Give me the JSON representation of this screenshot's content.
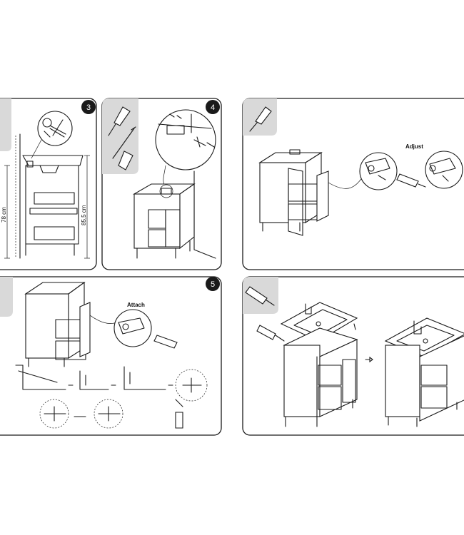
{
  "steps": {
    "step3": {
      "number": "3",
      "height_label": "78 cm",
      "height_label2": "85,5 cm"
    },
    "step4": {
      "number": "4"
    },
    "step_hinge": {
      "adjust_label": "Adjust"
    },
    "step5": {
      "number": "5",
      "attach_label": "Attach"
    },
    "step_sink": {}
  }
}
